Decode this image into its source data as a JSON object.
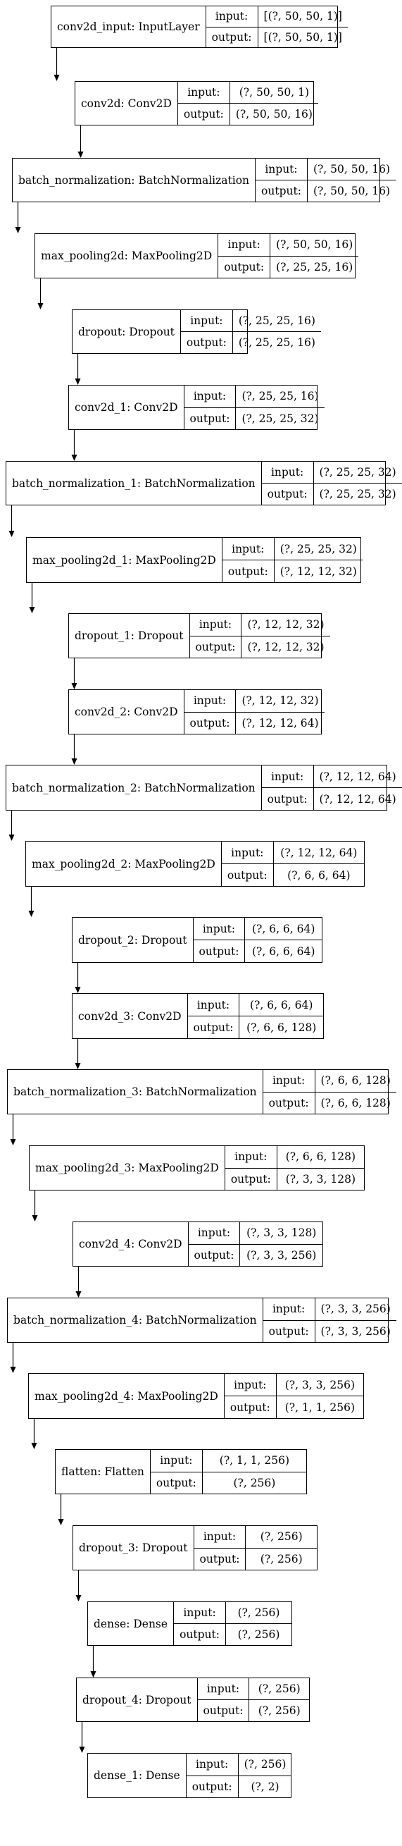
{
  "layers": [
    {
      "name": "conv2d_input: InputLayer",
      "input_label": "input:",
      "output_label": "output:",
      "input": "[(?, 50, 50, 1)]",
      "output": "[(?, 50, 50, 1)]"
    },
    {
      "name": "conv2d: Conv2D",
      "input_label": "input:",
      "output_label": "output:",
      "input": "(?, 50, 50, 1)",
      "output": "(?, 50, 50, 16)"
    },
    {
      "name": "batch_normalization: BatchNormalization",
      "input_label": "input:",
      "output_label": "output:",
      "input": "(?, 50, 50, 16)",
      "output": "(?, 50, 50, 16)"
    },
    {
      "name": "max_pooling2d: MaxPooling2D",
      "input_label": "input:",
      "output_label": "output:",
      "input": "(?, 50, 50, 16)",
      "output": "(?, 25, 25, 16)"
    },
    {
      "name": "dropout: Dropout",
      "input_label": "input:",
      "output_label": "output:",
      "input": "(?, 25, 25, 16)",
      "output": "(?, 25, 25, 16)"
    },
    {
      "name": "conv2d_1: Conv2D",
      "input_label": "input:",
      "output_label": "output:",
      "input": "(?, 25, 25, 16)",
      "output": "(?, 25, 25, 32)"
    },
    {
      "name": "batch_normalization_1: BatchNormalization",
      "input_label": "input:",
      "output_label": "output:",
      "input": "(?, 25, 25, 32)",
      "output": "(?, 25, 25, 32)"
    },
    {
      "name": "max_pooling2d_1: MaxPooling2D",
      "input_label": "input:",
      "output_label": "output:",
      "input": "(?, 25, 25, 32)",
      "output": "(?, 12, 12, 32)"
    },
    {
      "name": "dropout_1: Dropout",
      "input_label": "input:",
      "output_label": "output:",
      "input": "(?, 12, 12, 32)",
      "output": "(?, 12, 12, 32)"
    },
    {
      "name": "conv2d_2: Conv2D",
      "input_label": "input:",
      "output_label": "output:",
      "input": "(?, 12, 12, 32)",
      "output": "(?, 12, 12, 64)"
    },
    {
      "name": "batch_normalization_2: BatchNormalization",
      "input_label": "input:",
      "output_label": "output:",
      "input": "(?, 12, 12, 64)",
      "output": "(?, 12, 12, 64)"
    },
    {
      "name": "max_pooling2d_2: MaxPooling2D",
      "input_label": "input:",
      "output_label": "output:",
      "input": "(?, 12, 12, 64)",
      "output": "(?, 6, 6, 64)"
    },
    {
      "name": "dropout_2: Dropout",
      "input_label": "input:",
      "output_label": "output:",
      "input": "(?, 6, 6, 64)",
      "output": "(?, 6, 6, 64)"
    },
    {
      "name": "conv2d_3: Conv2D",
      "input_label": "input:",
      "output_label": "output:",
      "input": "(?, 6, 6, 64)",
      "output": "(?, 6, 6, 128)"
    },
    {
      "name": "batch_normalization_3: BatchNormalization",
      "input_label": "input:",
      "output_label": "output:",
      "input": "(?, 6, 6, 128)",
      "output": "(?, 6, 6, 128)"
    },
    {
      "name": "max_pooling2d_3: MaxPooling2D",
      "input_label": "input:",
      "output_label": "output:",
      "input": "(?, 6, 6, 128)",
      "output": "(?, 3, 3, 128)"
    },
    {
      "name": "conv2d_4: Conv2D",
      "input_label": "input:",
      "output_label": "output:",
      "input": "(?, 3, 3, 128)",
      "output": "(?, 3, 3, 256)"
    },
    {
      "name": "batch_normalization_4: BatchNormalization",
      "input_label": "input:",
      "output_label": "output:",
      "input": "(?, 3, 3, 256)",
      "output": "(?, 3, 3, 256)"
    },
    {
      "name": "max_pooling2d_4: MaxPooling2D",
      "input_label": "input:",
      "output_label": "output:",
      "input": "(?, 3, 3, 256)",
      "output": "(?, 1, 1, 256)"
    },
    {
      "name": "flatten: Flatten",
      "input_label": "input:",
      "output_label": "output:",
      "input": "(?, 1, 1, 256)",
      "output": "(?, 256)"
    },
    {
      "name": "dropout_3: Dropout",
      "input_label": "input:",
      "output_label": "output:",
      "input": "(?, 256)",
      "output": "(?, 256)"
    },
    {
      "name": "dense: Dense",
      "input_label": "input:",
      "output_label": "output:",
      "input": "(?, 256)",
      "output": "(?, 256)"
    },
    {
      "name": "dropout_4: Dropout",
      "input_label": "input:",
      "output_label": "output:",
      "input": "(?, 256)",
      "output": "(?, 256)"
    },
    {
      "name": "dense_1: Dense",
      "input_label": "input:",
      "output_label": "output:",
      "input": "(?, 256)",
      "output": "(?, 2)"
    }
  ]
}
